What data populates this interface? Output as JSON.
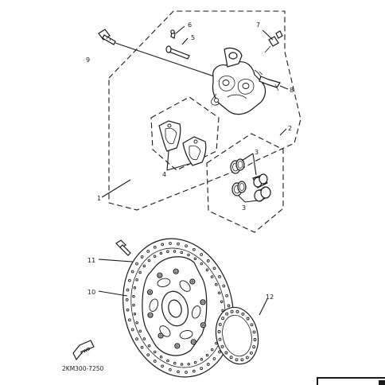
{
  "diagram": {
    "part_code": "2KM300-7250",
    "fwd_label": "FWD",
    "callouts": {
      "c1": "1",
      "c2": "2",
      "c3a": "3",
      "c3b": "3",
      "c4": "4",
      "c5": "5",
      "c6": "6",
      "c7": "7",
      "c8": "8",
      "c9": "9",
      "c10": "10",
      "c11": "11",
      "c12": "12"
    }
  }
}
